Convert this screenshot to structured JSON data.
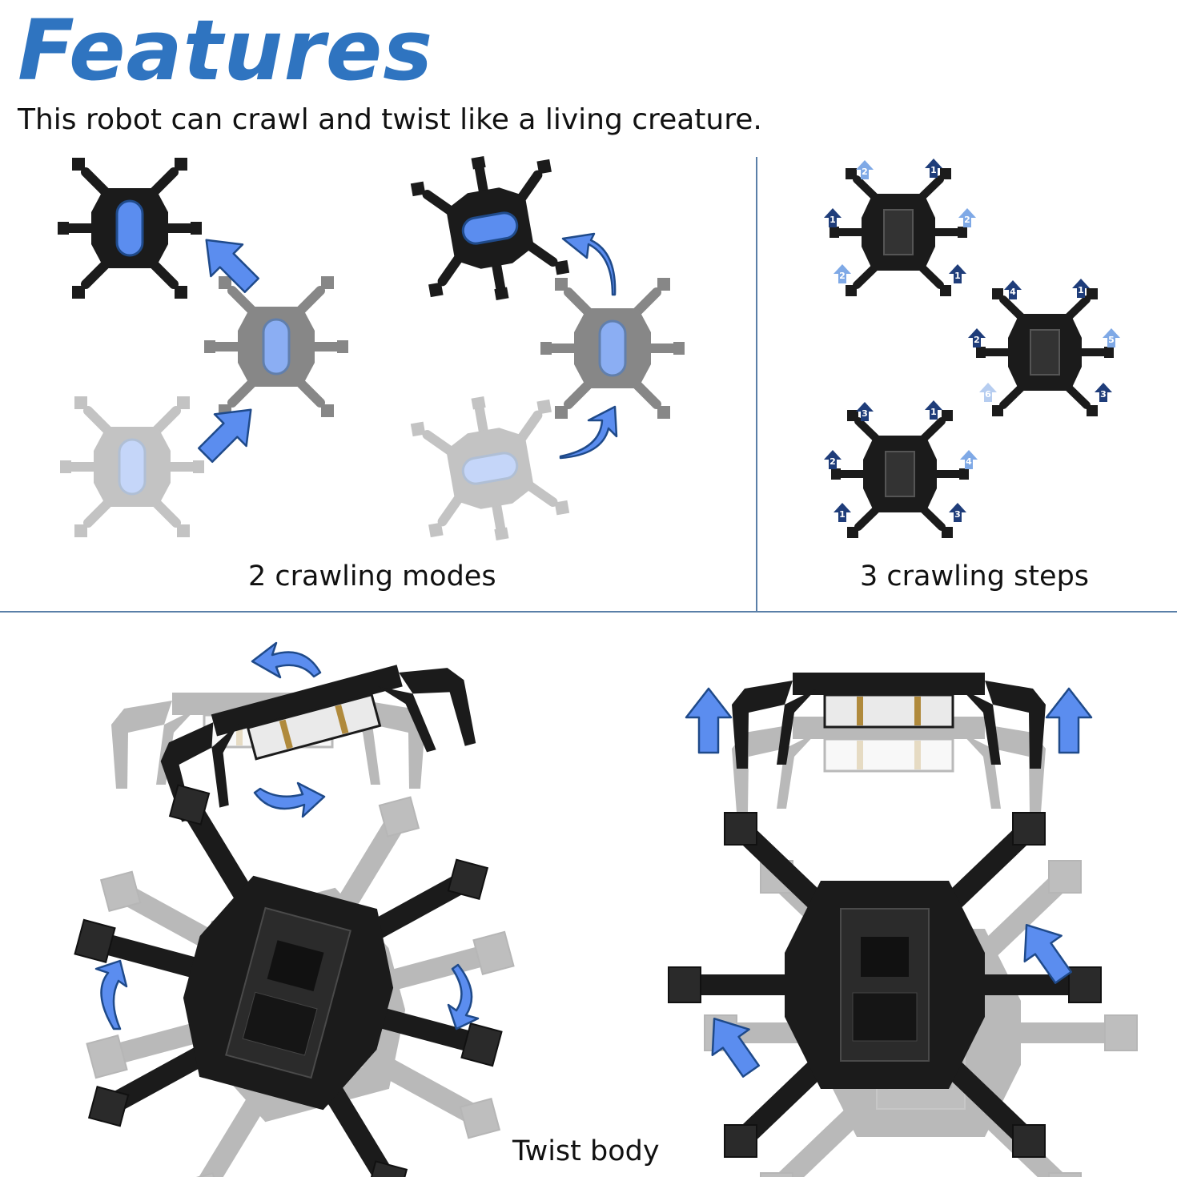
{
  "header": {
    "title": "Features",
    "subtitle": "This robot can crawl and twist like a living creature."
  },
  "sections": {
    "crawling_modes": {
      "caption": "2 crawling modes"
    },
    "crawling_steps": {
      "caption": "3 crawling steps",
      "robot_a_labels": [
        "2",
        "1",
        "1",
        "2",
        "2",
        "1"
      ],
      "robot_b_labels": [
        "4",
        "1",
        "2",
        "5",
        "6",
        "3"
      ],
      "robot_c_labels": [
        "3",
        "1",
        "2",
        "4",
        "1",
        "3"
      ]
    },
    "twist_body": {
      "caption": "Twist body"
    }
  },
  "colors": {
    "accent_blue": "#2f74c0",
    "arrow_blue": "#5b8def",
    "arrow_outline": "#1f4a8a",
    "step_dark": "#1f3d7a",
    "step_light": "#7fa9e6",
    "robot_dark": "#1b1b1b",
    "divider": "#5a7fa8"
  }
}
